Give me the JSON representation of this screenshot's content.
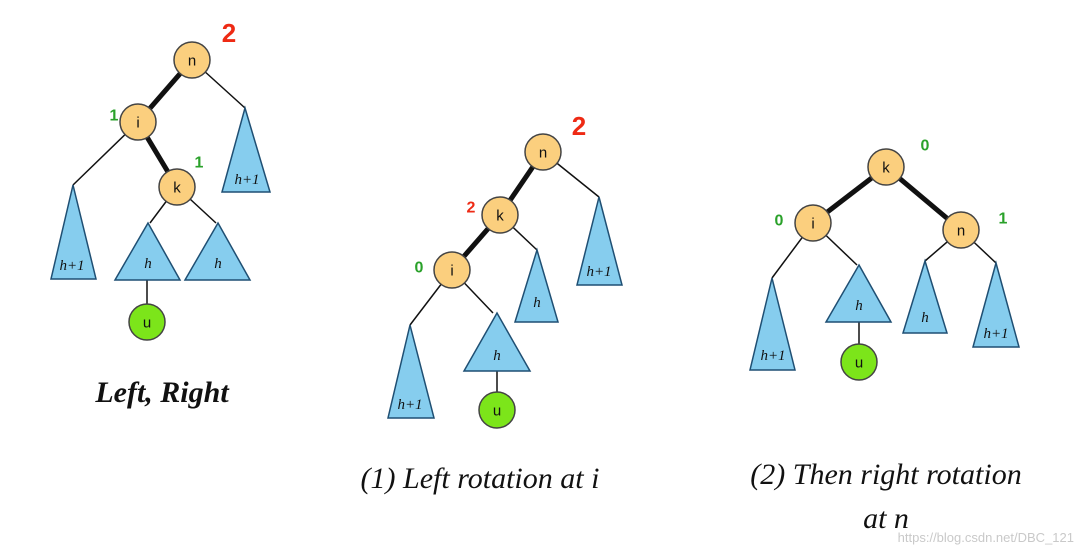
{
  "colors": {
    "node_fill": "#fbcf7e",
    "new_node_fill": "#7ce51a",
    "subtree_fill": "#86cdee",
    "edge": "#111111",
    "balance_red": "#ee2a14",
    "balance_green": "#2aa12a"
  },
  "diagram1": {
    "caption": "Left, Right",
    "nodes": {
      "n": "n",
      "i": "i",
      "k": "k",
      "u": "u"
    },
    "balances": {
      "n": "2",
      "i": "1",
      "k": "1"
    },
    "subtrees": [
      "h+1",
      "h+1",
      "h",
      "h"
    ]
  },
  "diagram2": {
    "caption": "(1) Left rotation at i",
    "nodes": {
      "n": "n",
      "k": "k",
      "i": "i",
      "u": "u"
    },
    "balances": {
      "n": "2",
      "k": "2",
      "i": "0"
    },
    "subtrees": [
      "h",
      "h+1",
      "h+1",
      "h"
    ]
  },
  "diagram3": {
    "caption_line1": "(2) Then right rotation",
    "caption_line2": "at n",
    "nodes": {
      "k": "k",
      "i": "i",
      "n": "n",
      "u": "u"
    },
    "balances": {
      "k": "0",
      "i": "0",
      "n": "1"
    },
    "subtrees": [
      "h+1",
      "h",
      "h",
      "h+1"
    ]
  },
  "watermark": "https://blog.csdn.net/DBC_121"
}
